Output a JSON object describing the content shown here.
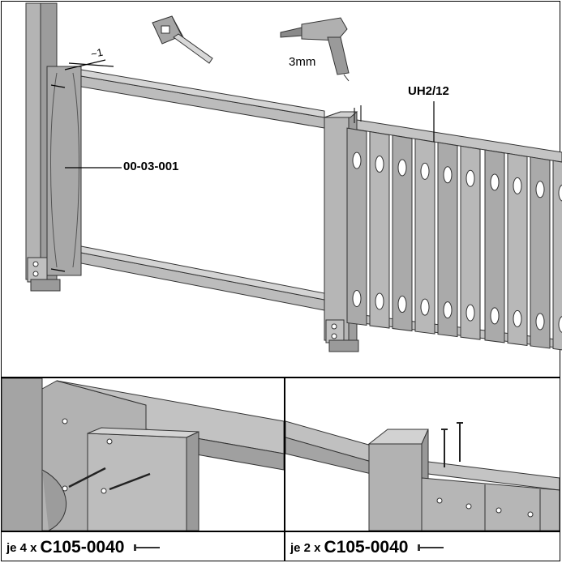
{
  "main_view": {
    "part_label_left": "00-03-001",
    "part_label_right": "UH2/12",
    "drill_size": "3mm",
    "dimension_mark": "~1",
    "tool_icons": [
      "tape-measure-icon",
      "drill-icon"
    ]
  },
  "detail_left": {
    "caption_prefix": "je 4 x",
    "caption_part": "C105-0040",
    "icon": "screw-icon"
  },
  "detail_right": {
    "caption_prefix": "je 2 x",
    "caption_part": "C105-0040",
    "icon": "screw-icon"
  },
  "colors": {
    "wood": "#aeaeae",
    "wood_light": "#c8c8c8",
    "wood_dark": "#8c8c8c",
    "line": "#000000"
  }
}
